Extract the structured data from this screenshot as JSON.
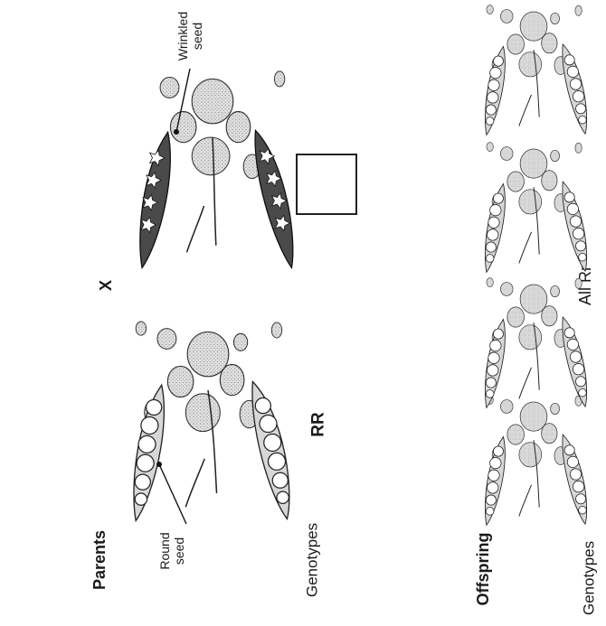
{
  "left_labels": {
    "parents": "Parents",
    "genotypes_top": "Genotypes",
    "offspring": "Offspring",
    "genotypes_bottom": "Genotypes"
  },
  "annotations": {
    "round_seed": [
      "Round",
      "seed"
    ],
    "wrinkled_seed": [
      "Wrinkled",
      "seed"
    ]
  },
  "cross_symbol": "X",
  "genotypes": {
    "parent_round": "RR",
    "offspring": "All Rr"
  },
  "colors": {
    "ink": "#1a1a1a",
    "stipple": "#b9b9b9",
    "pod": "#dcdcdc"
  },
  "icons": {
    "round_parent": "pea-plant-round-seed-icon",
    "wrinkled_parent": "pea-plant-wrinkled-seed-icon",
    "offspring": "pea-plant-offspring-icon",
    "missing_genotype": "blank-genotype-box"
  }
}
